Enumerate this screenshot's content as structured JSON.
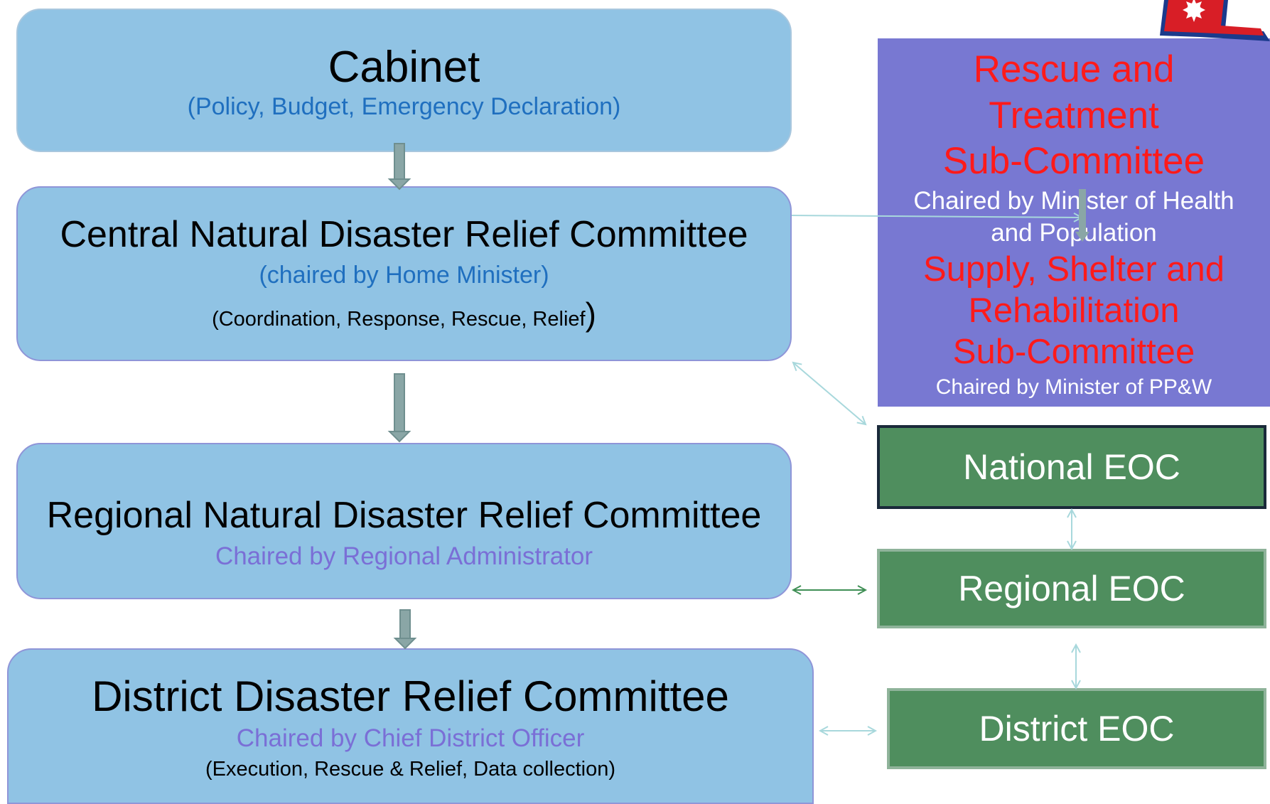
{
  "cabinet": {
    "title": "Cabinet",
    "subtitle": "(Policy, Budget, Emergency Declaration)"
  },
  "central": {
    "title": "Central Natural Disaster Relief Committee",
    "subtitle": "(chaired by Home Minister)",
    "note": "(Coordination, Response, Rescue, Relief",
    "note_close": ")"
  },
  "regional": {
    "title": "Regional Natural Disaster Relief Committee",
    "subtitle": "Chaired by Regional Administrator"
  },
  "district": {
    "title": "District Disaster Relief Committee",
    "subtitle": "Chaired by Chief District Officer",
    "note": "(Execution, Rescue & Relief, Data collection)"
  },
  "subcommittees": {
    "rescue_line1": "Rescue and",
    "rescue_line2": "Treatment",
    "rescue_line3": "Sub-Committee",
    "rescue_chair_line1": "Chaired by Minister of Health",
    "rescue_chair_line2": "and Population",
    "supply_line1": "Supply, Shelter and",
    "supply_line2": "Rehabilitation",
    "supply_line3": "Sub-Committee",
    "supply_chair": "Chaired by Minister of PP&W"
  },
  "eoc": {
    "national": "National EOC",
    "regional": "Regional EOC",
    "district": "District EOC"
  },
  "colors": {
    "committee_fill": "#90c3e4",
    "subcommittee_fill": "#7878d2",
    "eoc_fill": "#4f8e5e",
    "subcommittee_text": "#ff1a1a"
  }
}
